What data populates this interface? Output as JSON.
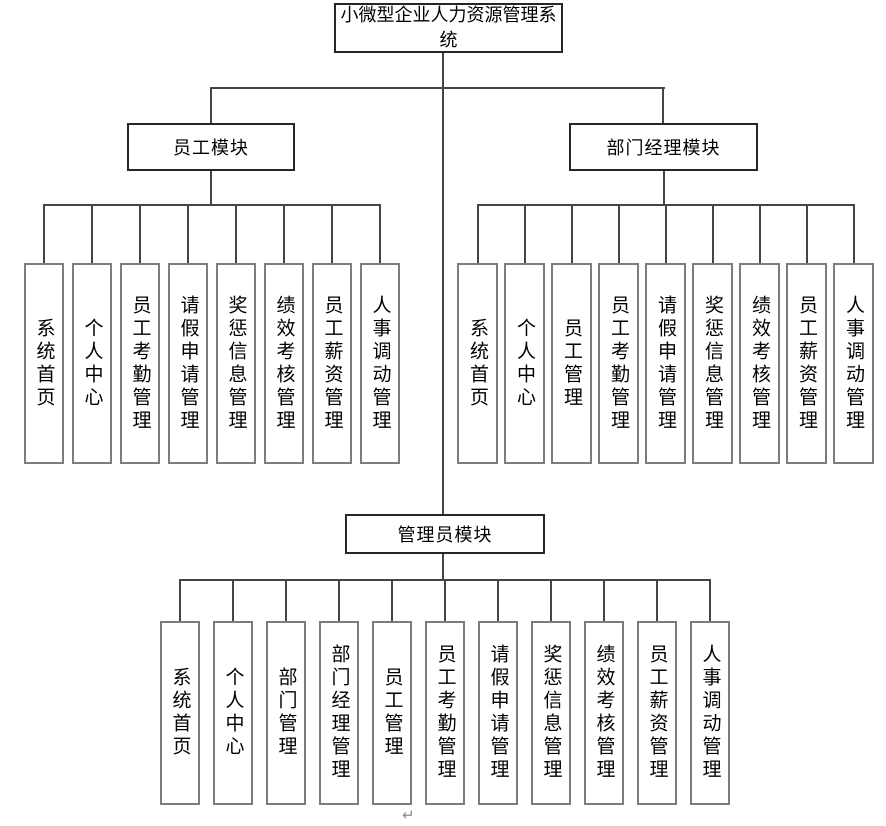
{
  "title": "小微型企业人力资源管理系统",
  "modules": [
    {
      "name": "员工模块",
      "children": [
        "系统首页",
        "个人中心",
        "员工考勤管理",
        "请假申请管理",
        "奖惩信息管理",
        "绩效考核管理",
        "员工薪资管理",
        "人事调动管理"
      ]
    },
    {
      "name": "部门经理模块",
      "children": [
        "系统首页",
        "个人中心",
        "员工管理",
        "员工考勤管理",
        "请假申请管理",
        "奖惩信息管理",
        "绩效考核管理",
        "员工薪资管理",
        "人事调动管理"
      ]
    },
    {
      "name": "管理员模块",
      "children": [
        "系统首页",
        "个人中心",
        "部门管理",
        "部门经理管理",
        "员工管理",
        "员工考勤管理",
        "请假申请管理",
        "奖惩信息管理",
        "绩效考核管理",
        "员工薪资管理",
        "人事调动管理"
      ]
    }
  ],
  "artifacts": {
    "paragraph_mark": "↵"
  },
  "colors": {
    "background": "#ffffff",
    "node_border_dark": "#262626",
    "leaf_border_gray": "#7c7c7c",
    "connector": "#444444",
    "text": "#000000"
  }
}
